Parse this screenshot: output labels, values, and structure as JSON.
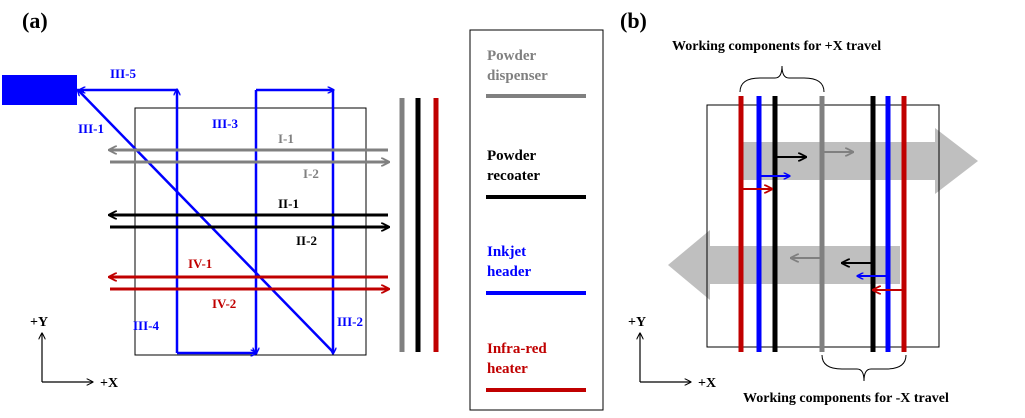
{
  "panel_a": {
    "label": "(a)",
    "labels": {
      "iii5": "III-5",
      "iii1": "III-1",
      "iii3": "III-3",
      "i1": "I-1",
      "i2": "I-2",
      "ii1": "II-1",
      "ii2": "II-2",
      "iv1": "IV-1",
      "iv2": "IV-2",
      "iii4": "III-4",
      "iii2": "III-2"
    },
    "axes": {
      "y": "+Y",
      "x": "+X"
    }
  },
  "legend": {
    "items": [
      {
        "line1": "Powder",
        "line2": "dispenser",
        "color": "#808080"
      },
      {
        "line1": "Powder",
        "line2": "recoater",
        "color": "#000000"
      },
      {
        "line1": "Inkjet",
        "line2": "header",
        "color": "#0000ff"
      },
      {
        "line1": "Infra-red",
        "line2": "heater",
        "color": "#c00000"
      }
    ]
  },
  "panel_b": {
    "label": "(b)",
    "top_caption": "Working components for +X travel",
    "bottom_caption": "Working components for -X travel",
    "axes": {
      "y": "+Y",
      "x": "+X"
    }
  },
  "colors": {
    "gray": "#808080",
    "black": "#000000",
    "blue": "#0000ff",
    "red": "#c00000",
    "arrow_fill": "#bfbfbf"
  }
}
